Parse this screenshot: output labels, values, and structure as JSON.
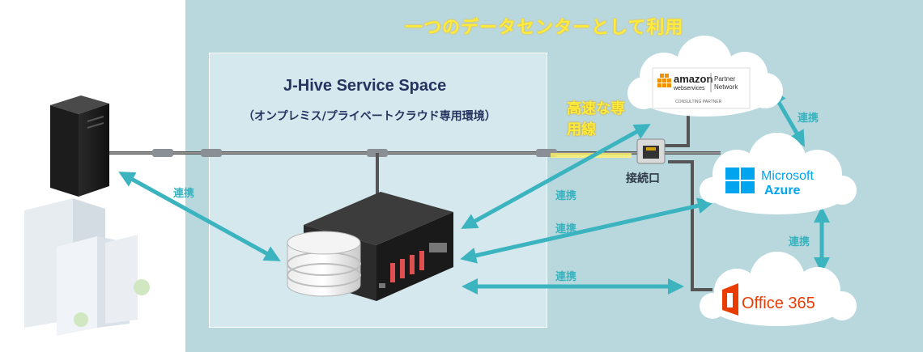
{
  "diagram": {
    "banner": "一つのデータセンターとして利用",
    "hive_title": "J-Hive Service Space",
    "hive_subtitle": "（オンプレミス/プライベートクラウド専用環境）",
    "dedicated_line": "高速な専用線",
    "port_label": "接続口",
    "link_label": "連携",
    "aws": {
      "logo_main": "amazon",
      "logo_sub": "webservices",
      "partner_line1": "Partner",
      "partner_line2": "Network",
      "consulting": "CONSULTING PARTNER"
    },
    "azure": {
      "line1": "Microsoft",
      "line2": "Azure"
    },
    "office": {
      "name": "Office 365"
    }
  },
  "colors": {
    "panel": "#b9d8de",
    "banner": "#ffeb3b",
    "link_arrow": "#3cb4c0",
    "title": "#25345f",
    "azure_blue": "#00a4ef",
    "office_red": "#eb3c00"
  }
}
